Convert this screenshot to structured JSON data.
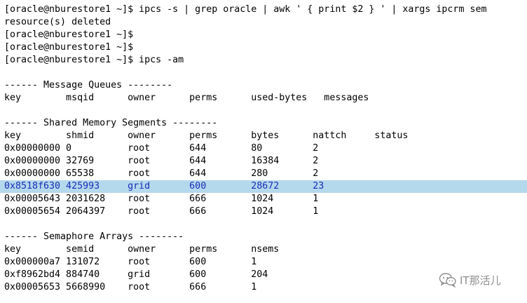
{
  "terminal": {
    "lines": [
      {
        "text": "[oracle@nburestore1 ~]$ ipcs -s | grep oracle | awk ' { print $2 } ' | xargs ipcrm sem",
        "kind": "cmd"
      },
      {
        "text": "resource(s) deleted",
        "kind": "out"
      },
      {
        "text": "[oracle@nburestore1 ~]$",
        "kind": "cmd"
      },
      {
        "text": "[oracle@nburestore1 ~]$",
        "kind": "cmd"
      },
      {
        "text": "[oracle@nburestore1 ~]$ ipcs -am",
        "kind": "cmd"
      },
      {
        "text": "",
        "kind": "blank"
      },
      {
        "text": "------ Message Queues --------",
        "kind": "header"
      },
      {
        "text": "key        msqid      owner      perms      used-bytes   messages",
        "kind": "colhead"
      },
      {
        "text": "",
        "kind": "blank"
      },
      {
        "text": "------ Shared Memory Segments --------",
        "kind": "header"
      },
      {
        "text": "key        shmid      owner      perms      bytes      nattch     status",
        "kind": "colhead"
      },
      {
        "text": "0x00000000 0          root       644        80         2",
        "kind": "row"
      },
      {
        "text": "0x00000000 32769      root       644        16384      2",
        "kind": "row"
      },
      {
        "text": "0x00000000 65538      root       644        280        2",
        "kind": "row"
      },
      {
        "text": "0x8518f630 425993     grid       600        28672      23",
        "kind": "row",
        "highlight": true
      },
      {
        "text": "0x00005643 2031628    root       666        1024       1",
        "kind": "row"
      },
      {
        "text": "0x00005654 2064397    root       666        1024       1",
        "kind": "row"
      },
      {
        "text": "",
        "kind": "blank"
      },
      {
        "text": "------ Semaphore Arrays --------",
        "kind": "header"
      },
      {
        "text": "key        semid      owner      perms      nsems",
        "kind": "colhead"
      },
      {
        "text": "0x000000a7 131072     root       600        1",
        "kind": "row"
      },
      {
        "text": "0xf8962bd4 884740     grid       600        204",
        "kind": "row"
      },
      {
        "text": "0x00005653 5668990    root       666        1",
        "kind": "row"
      }
    ]
  },
  "watermark": {
    "text": "IT那活儿",
    "icon": "wechat-icon"
  },
  "colors": {
    "highlight_bg": "#b4d8ec",
    "highlight_text": "#1a2bb8",
    "watermark": "#8d8d8d"
  }
}
